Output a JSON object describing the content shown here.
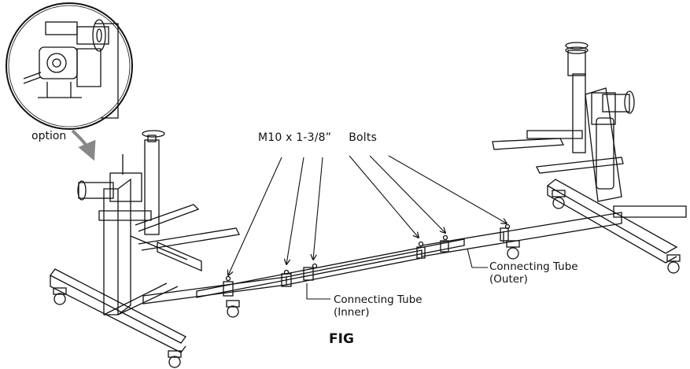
{
  "labels": {
    "option": "option",
    "bolts_spec": "M10 x 1-3/8”",
    "bolts_word": "Bolts",
    "outer_tube_line1": "Connecting Tube",
    "outer_tube_line2": "(Outer)",
    "inner_tube_line1": "Connecting Tube",
    "inner_tube_line2": "(Inner)",
    "figure_caption": "FIG"
  },
  "colors": {
    "line": "#111111",
    "callout_arrow": "#888888",
    "background": "#ffffff"
  }
}
